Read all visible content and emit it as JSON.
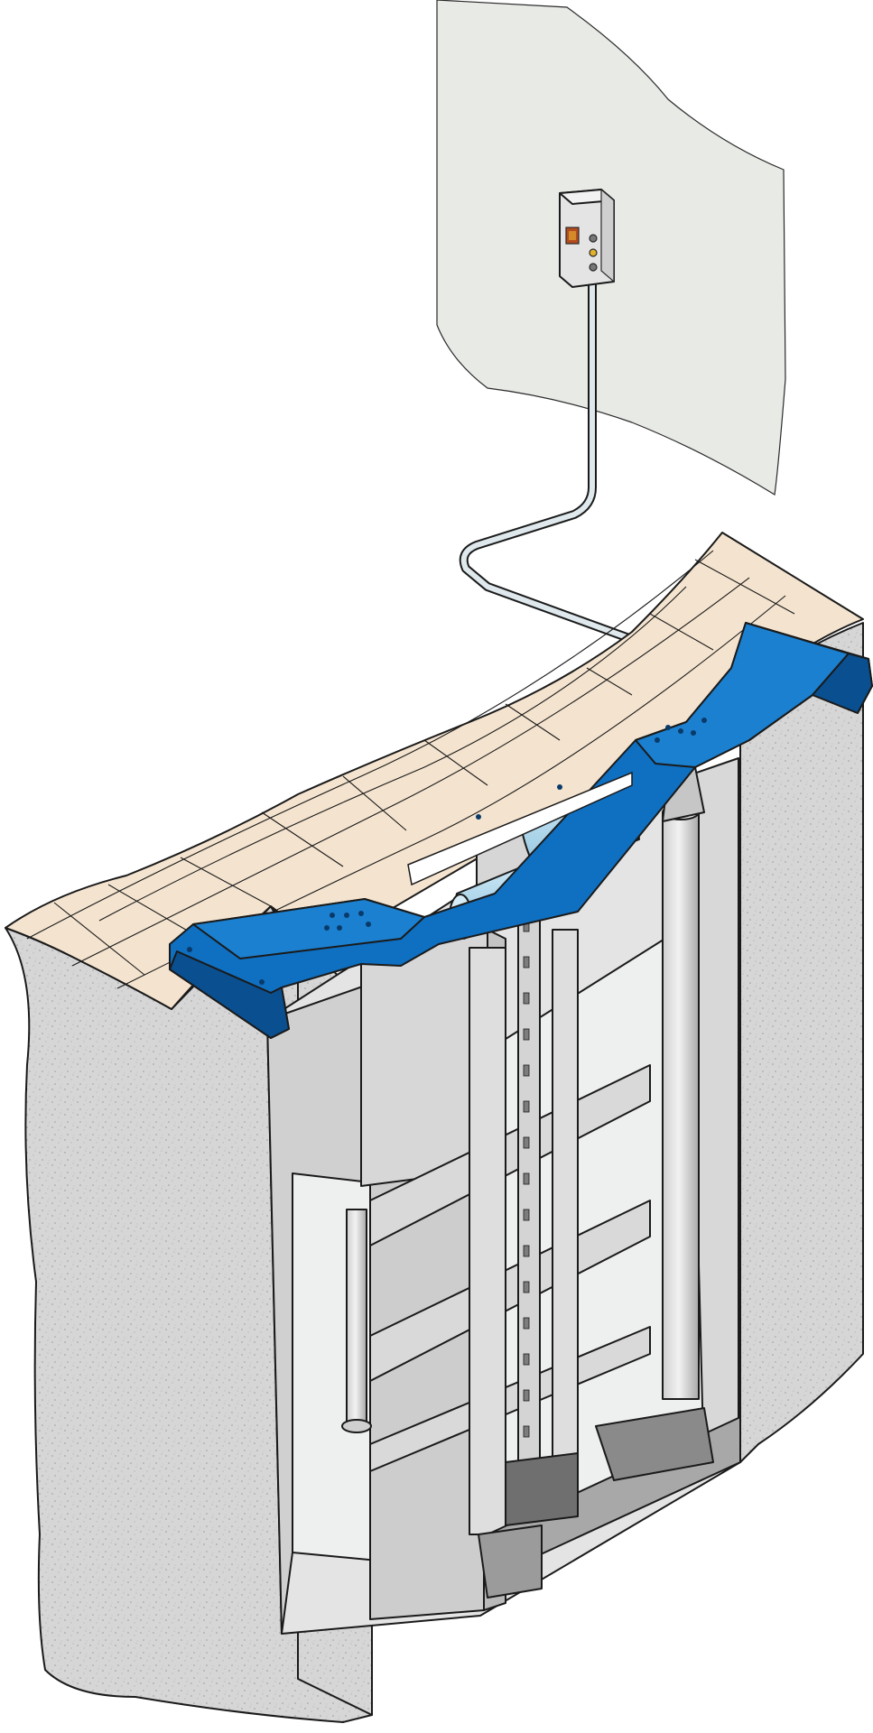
{
  "figure": {
    "subject": "",
    "colors": {
      "background": "#ffffff",
      "wall_panel": "#e8eae6",
      "floor_tile": "#f4e4cf",
      "concrete": "#d9d9d9",
      "blue_frame": "#0f6fc0",
      "blue_frame_dark": "#0a4f8f",
      "steel_light": "#e6e6e6",
      "steel_mid": "#c8c8c8",
      "steel_dark": "#9c9c9c",
      "motor": "#a9d3ea",
      "interior": "#eef0ef",
      "line": "#1a1a1a"
    },
    "components": [
      "control-box",
      "conduit",
      "wall-panel",
      "tiled-floor",
      "concrete-pit",
      "blue-top-frame",
      "hydraulic-motor",
      "vertical-rail",
      "hydraulic-cylinder",
      "lift-platform",
      "pit-housing"
    ]
  }
}
